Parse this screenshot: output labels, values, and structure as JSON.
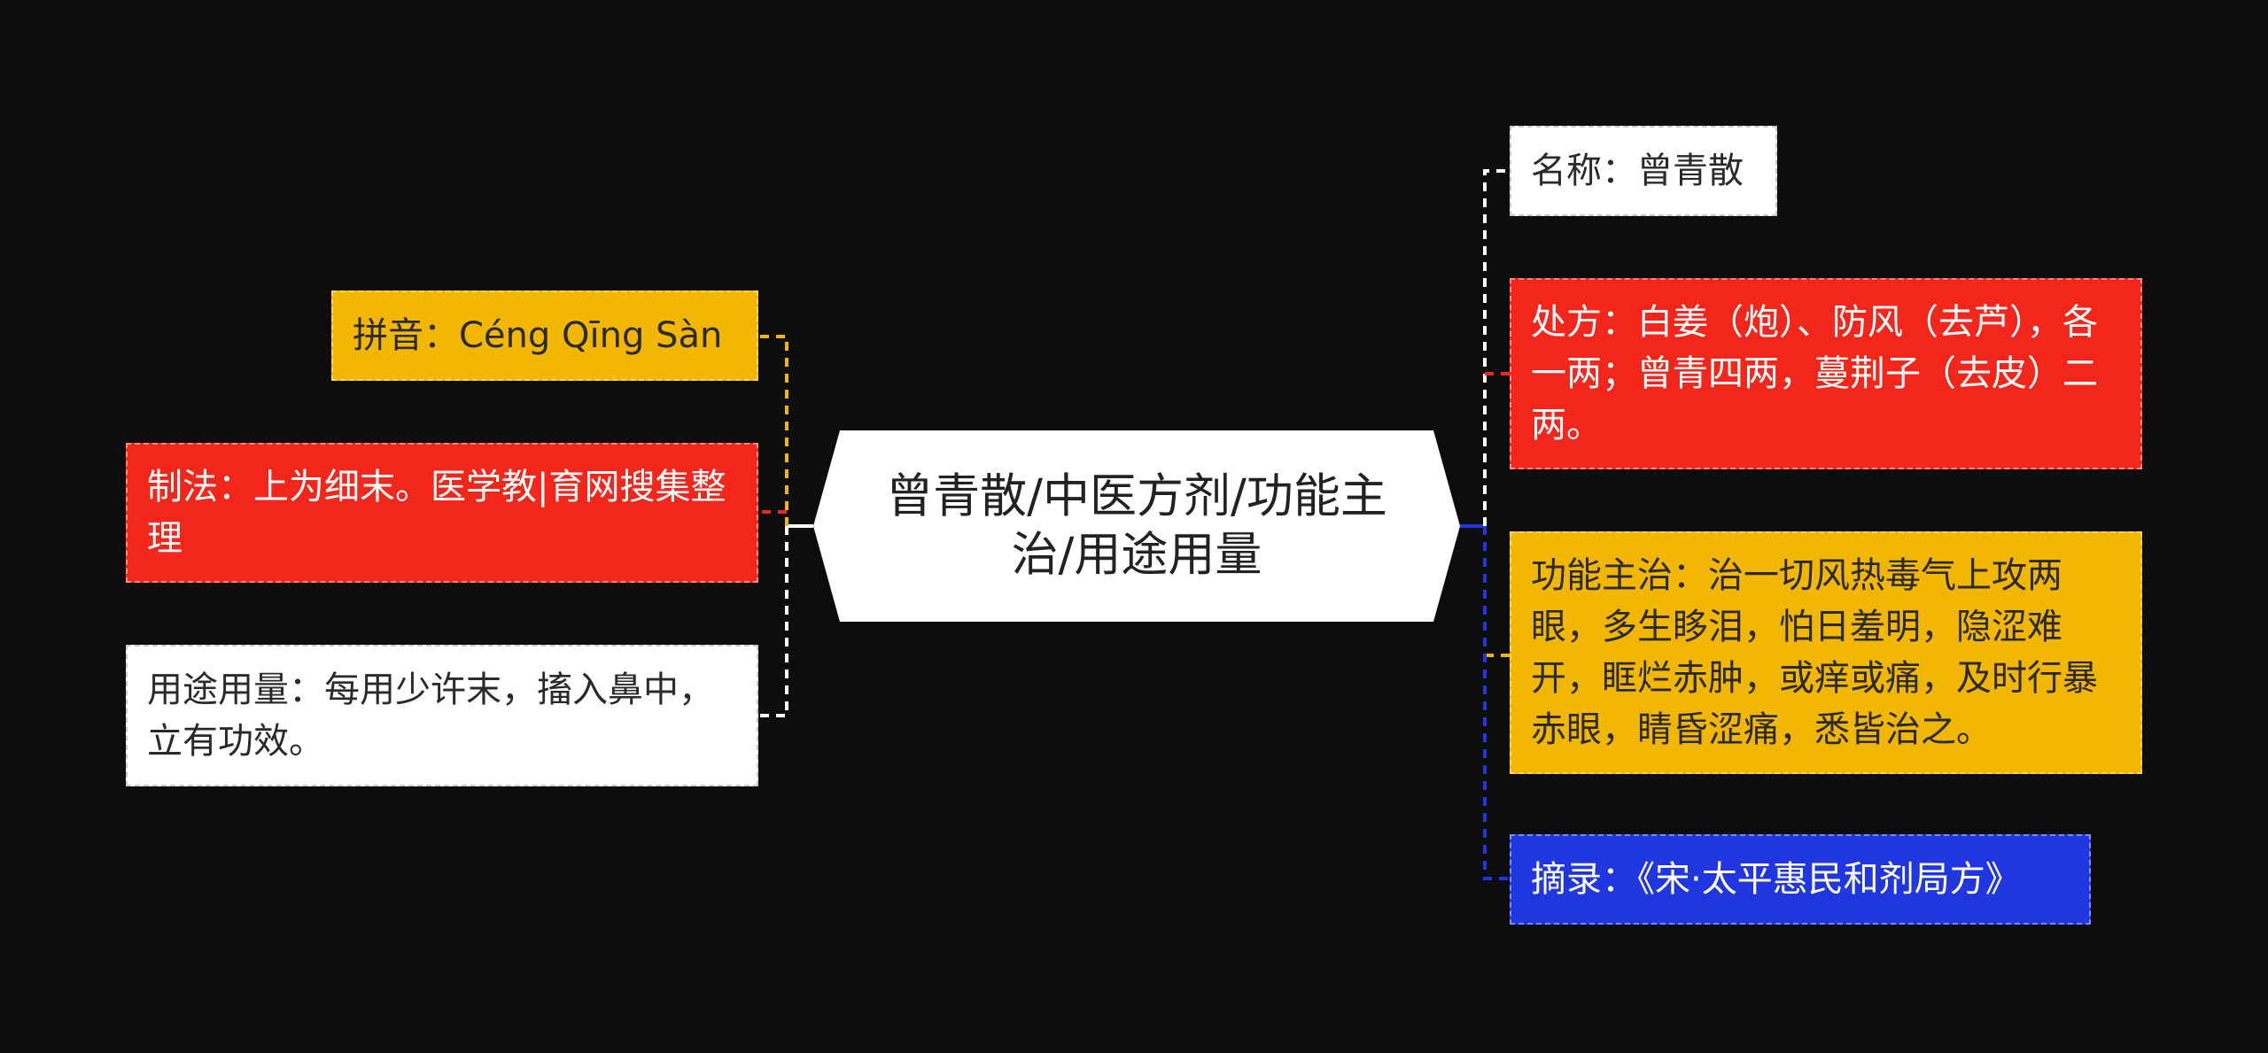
{
  "center": {
    "label": "曾青散/中医方剂/功能主治/用途用量"
  },
  "left_nodes": [
    {
      "id": "pinyin",
      "text": "拼音：Céng Qīng Sàn",
      "color": "#f2b705"
    },
    {
      "id": "zhifa",
      "text": "制法：上为细末。医学教|育网搜集整理",
      "color": "#f2261a"
    },
    {
      "id": "yongtu",
      "text": "用途用量：每用少许末，搐入鼻中，立有功效。",
      "color": "#ffffff"
    }
  ],
  "right_nodes": [
    {
      "id": "mingcheng",
      "text": "名称：曾青散",
      "color": "#ffffff"
    },
    {
      "id": "chufang",
      "text": "处方：白姜（炮）、防风（去芦），各一两；曾青四两，蔓荆子（去皮）二两。",
      "color": "#f2261a"
    },
    {
      "id": "gongneng",
      "text": "功能主治：治一切风热毒气上攻两眼，多生眵泪，怕日羞明，隐涩难开，眶烂赤肿，或痒或痛，及时行暴赤眼，睛昏涩痛，悉皆治之。",
      "color": "#f2b705"
    },
    {
      "id": "zhailu",
      "text": "摘录：《宋·太平惠民和剂局方》",
      "color": "#2037e0"
    }
  ]
}
